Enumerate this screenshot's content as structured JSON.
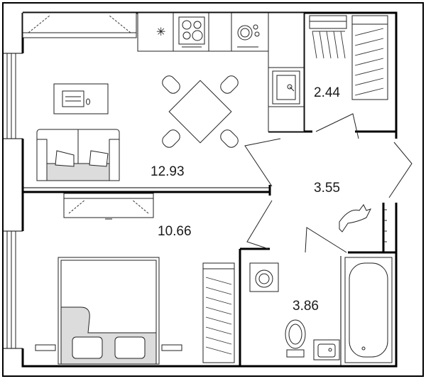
{
  "rooms": [
    {
      "id": "living",
      "area": "12.93"
    },
    {
      "id": "bedroom",
      "area": "10.66"
    },
    {
      "id": "wardrobe",
      "area": "2.44"
    },
    {
      "id": "hall",
      "area": "3.55"
    },
    {
      "id": "bathroom",
      "area": "3.86"
    }
  ],
  "colors": {
    "wall": "#000000",
    "fill": "#ffffff",
    "bed_cover": "#dcdcdc"
  }
}
